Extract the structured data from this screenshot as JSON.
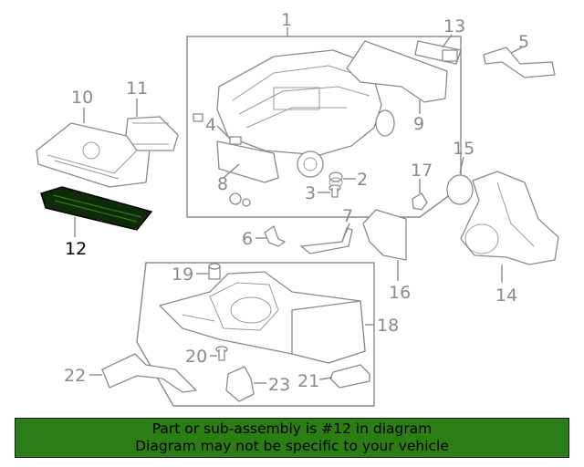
{
  "colors": {
    "banner_bg": "#2c7d14",
    "highlight": "#0e2a08",
    "line": "#8a8a8a"
  },
  "callouts": [
    {
      "id": "1",
      "label": "1"
    },
    {
      "id": "2",
      "label": "2"
    },
    {
      "id": "3",
      "label": "3"
    },
    {
      "id": "4",
      "label": "4"
    },
    {
      "id": "5",
      "label": "5"
    },
    {
      "id": "6",
      "label": "6"
    },
    {
      "id": "7",
      "label": "7"
    },
    {
      "id": "8",
      "label": "8"
    },
    {
      "id": "9",
      "label": "9"
    },
    {
      "id": "10",
      "label": "10"
    },
    {
      "id": "11",
      "label": "11"
    },
    {
      "id": "12",
      "label": "12"
    },
    {
      "id": "13",
      "label": "13"
    },
    {
      "id": "14",
      "label": "14"
    },
    {
      "id": "15",
      "label": "15"
    },
    {
      "id": "16",
      "label": "16"
    },
    {
      "id": "17",
      "label": "17"
    },
    {
      "id": "18",
      "label": "18"
    },
    {
      "id": "19",
      "label": "19"
    },
    {
      "id": "20",
      "label": "20"
    },
    {
      "id": "21",
      "label": "21"
    },
    {
      "id": "22",
      "label": "22"
    },
    {
      "id": "23",
      "label": "23"
    }
  ],
  "highlighted_part": "12",
  "footer": {
    "line1": "Part or sub-assembly is #12 in diagram",
    "line2": "Diagram may not be specific to your vehicle"
  }
}
